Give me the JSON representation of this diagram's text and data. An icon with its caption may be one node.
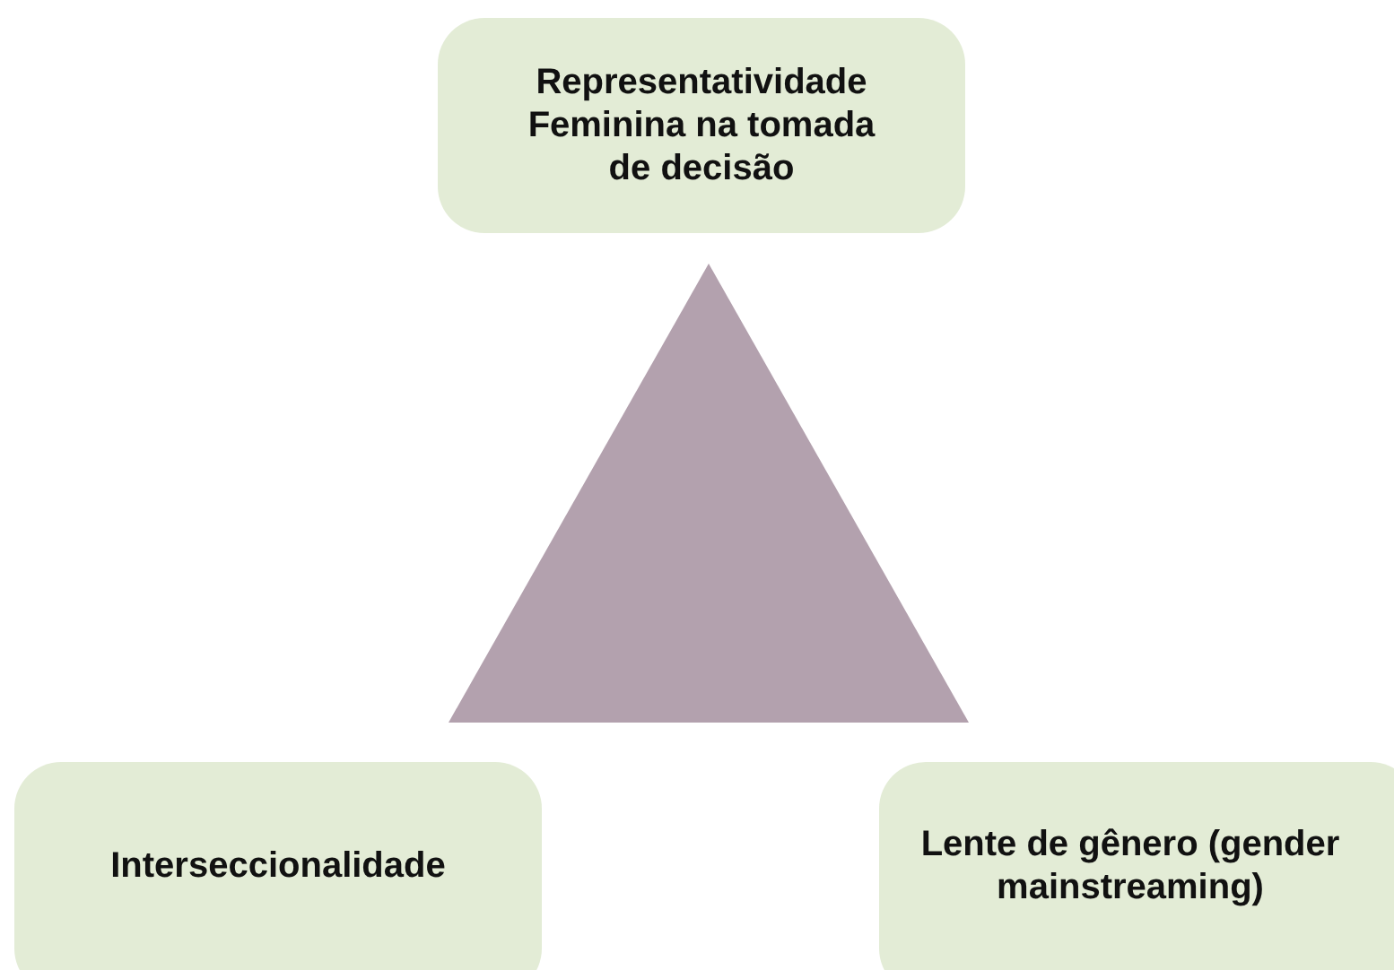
{
  "diagram": {
    "nodes": [
      {
        "text": [
          "Representatividade Feminina na tomada de decisão"
        ]
      },
      {
        "text": [],
        "shape": "triangle"
      },
      {
        "text": [
          "Interseccionalidade"
        ]
      },
      {
        "text": [
          "Lente de gênero (gender mainstreaming)"
        ]
      }
    ]
  }
}
